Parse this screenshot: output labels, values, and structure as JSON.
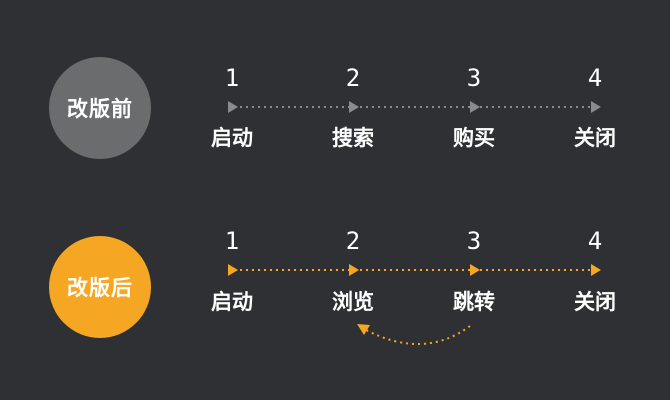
{
  "colors": {
    "background": "#2e3033",
    "before_accent": "#6b6c6e",
    "after_accent": "#f5a623",
    "before_line": "#8a8b8d",
    "text": "#ffffff"
  },
  "before": {
    "badge": "改版前",
    "steps": [
      {
        "num": "1",
        "label": "启动"
      },
      {
        "num": "2",
        "label": "搜索"
      },
      {
        "num": "3",
        "label": "购买"
      },
      {
        "num": "4",
        "label": "关闭"
      }
    ]
  },
  "after": {
    "badge": "改版后",
    "steps": [
      {
        "num": "1",
        "label": "启动"
      },
      {
        "num": "2",
        "label": "浏览"
      },
      {
        "num": "3",
        "label": "跳转"
      },
      {
        "num": "4",
        "label": "关闭"
      }
    ]
  }
}
